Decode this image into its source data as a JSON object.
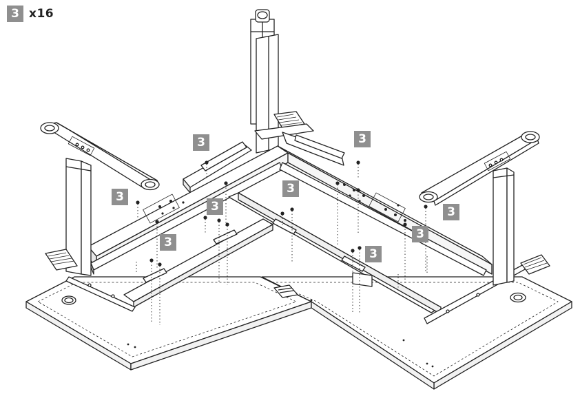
{
  "legend": {
    "part_number": "3",
    "quantity": "x16"
  },
  "callouts": [
    "3",
    "3",
    "3",
    "3",
    "3",
    "3",
    "3",
    "3",
    "3"
  ],
  "colors": {
    "badge": "#8f8f8f",
    "line": "#222222"
  }
}
